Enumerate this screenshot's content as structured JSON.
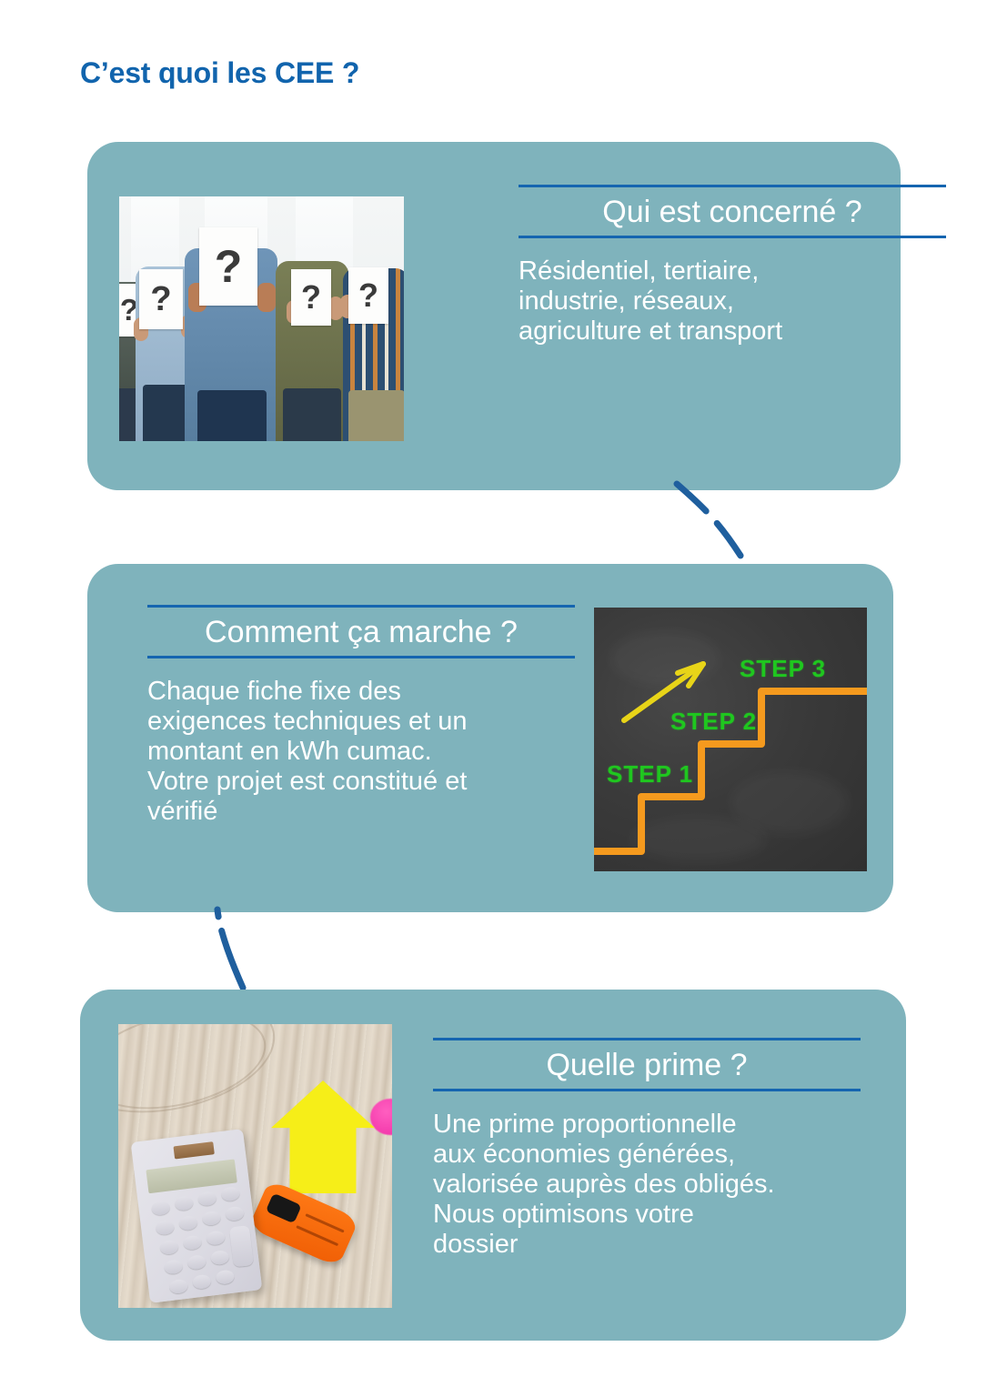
{
  "page": {
    "title": "C’est quoi les CEE ?",
    "background_color": "#ffffff",
    "title_color": "#1164ad",
    "card_color": "#7fb3bc",
    "rule_color": "#1565b0",
    "text_color": "#ffffff"
  },
  "cards": [
    {
      "id": "qui-est-concerne",
      "heading": "Qui est concerné ?",
      "body": "Résidentiel, tertiaire,\nindustrie, réseaux,\nagriculture et transport",
      "image": {
        "name": "people-holding-question-mark-signs-photo",
        "alt": "Groupe de personnes tenant des pancartes avec un point d’interrogation",
        "position": "left",
        "question_mark": "?",
        "sign_count": 5
      }
    },
    {
      "id": "comment-ca-marche",
      "heading": "Comment ça marche ?",
      "body": "Chaque fiche fixe des\nexigences techniques et un\nmontant en kWh cumac.\nVotre projet est constitué et\nvérifié",
      "image": {
        "name": "chalkboard-steps-photo",
        "alt": "Tableau noir avec un escalier orange et des étapes",
        "position": "right",
        "step_labels": [
          "STEP 1",
          "STEP 2",
          "STEP 3"
        ],
        "step_text_color": "#1fc71f",
        "stair_color": "#f59a1e",
        "arrow_color": "#e8d418",
        "board_color": "#3a3a3a"
      }
    },
    {
      "id": "quelle-prime",
      "heading": "Quelle prime ?",
      "body": "Une prime proportionnelle\naux économies générées,\nvalorisée auprès des obligés.\nNous optimisons votre\ndossier",
      "image": {
        "name": "calculator-house-car-photo",
        "alt": "Calculatrice, maison en papier jaune et voiture orange sur un plan de travail en bois",
        "position": "left",
        "objects": [
          "calculatrice",
          "maison jaune",
          "voiture orange",
          "pastille rose"
        ]
      }
    }
  ],
  "connectors": [
    {
      "name": "connector-card1-to-card2",
      "style": "dashed-curve",
      "color": "#1f5f9e"
    },
    {
      "name": "connector-card2-to-card3",
      "style": "dashed-curve",
      "color": "#1f5f9e"
    }
  ]
}
